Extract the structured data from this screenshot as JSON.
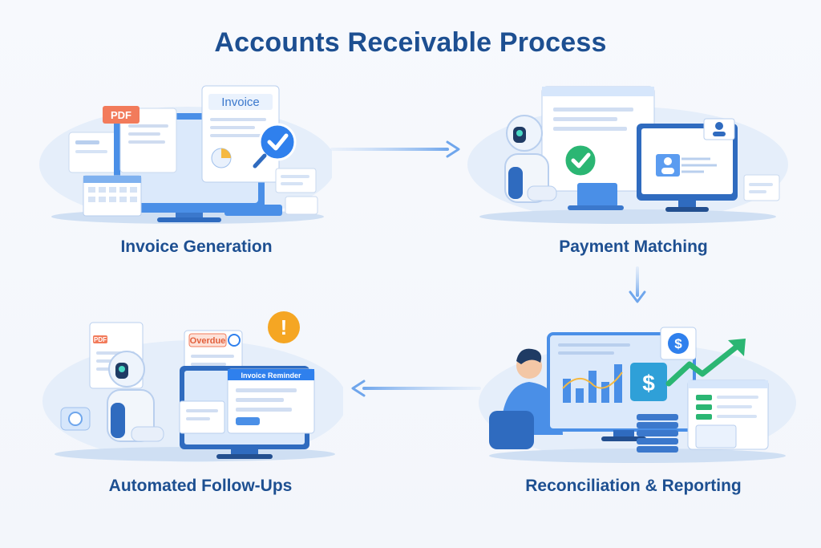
{
  "title": "Accounts Receivable Process",
  "steps": [
    {
      "label": "Invoice Generation",
      "card_text": "Invoice",
      "tag": "PDF"
    },
    {
      "label": "Payment Matching"
    },
    {
      "label": "Reconciliation & Reporting",
      "currency": "$"
    },
    {
      "label": "Automated Follow-Ups",
      "tag": "PDF",
      "badge": "Overdue",
      "card_text": "Invoice Reminder",
      "alert": "!"
    }
  ],
  "colors": {
    "title": "#1d4f91",
    "accent": "#2f80ed",
    "check": "#2bb673",
    "tag": "#f27b5b",
    "alert": "#f5a623"
  }
}
